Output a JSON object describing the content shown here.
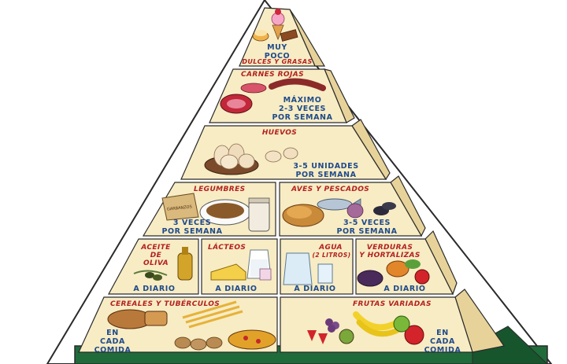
{
  "colors": {
    "tier_fill": "#f7ecc4",
    "tier_side": "#e7d39a",
    "outline": "#2a2a2a",
    "label_red": "#b32020",
    "note_blue": "#1f4a8a",
    "base_green": "#1f6b3a"
  },
  "tiers": {
    "sweets": {
      "note_lines": [
        "MUY",
        "POCO"
      ],
      "label": "DULCES Y GRASAS",
      "icons": [
        "ice-cream-icon",
        "cake-icon",
        "chocolate-icon"
      ]
    },
    "red_meat": {
      "label": "CARNES ROJAS",
      "note_lines": [
        "MÁXIMO",
        "2-3 VECES",
        "POR SEMANA"
      ],
      "icons": [
        "steak-icon",
        "sausage-icon",
        "ham-icon"
      ]
    },
    "eggs": {
      "label": "HUEVOS",
      "note_lines": [
        "3-5 UNIDADES",
        "POR SEMANA"
      ],
      "icons": [
        "eggs-bowl-icon",
        "egg-icon"
      ]
    },
    "legumes": {
      "label": "LEGUMBRES",
      "note_lines": [
        "3 VECES",
        "POR SEMANA"
      ],
      "sack_text": "GARBANZOS",
      "icons": [
        "sack-icon",
        "lentil-bowl-icon",
        "bean-jar-icon"
      ]
    },
    "poultry_fish": {
      "label": "AVES Y PESCADOS",
      "note_lines": [
        "3-5 VECES",
        "POR SEMANA"
      ],
      "icons": [
        "roast-chicken-icon",
        "fish-icon",
        "octopus-icon",
        "mussel-icon"
      ]
    },
    "olive_oil": {
      "label_lines": [
        "ACEITE",
        "DE",
        "OLIVA"
      ],
      "note_lines": [
        "A DIARIO"
      ],
      "icons": [
        "oil-bottle-icon",
        "olives-icon"
      ]
    },
    "dairy": {
      "label": "LÁCTEOS",
      "note_lines": [
        "A DIARIO"
      ],
      "icons": [
        "milk-jug-icon",
        "cheese-icon",
        "yogurt-icon"
      ]
    },
    "water": {
      "label": "AGUA",
      "sublabel": "(2 LITROS)",
      "note_lines": [
        "A DIARIO"
      ],
      "icons": [
        "water-jug-icon",
        "water-glass-icon"
      ]
    },
    "vegetables": {
      "label_lines": [
        "VERDURAS",
        "Y HORTALIZAS"
      ],
      "note_lines": [
        "A DIARIO"
      ],
      "icons": [
        "eggplant-icon",
        "pumpkin-icon",
        "tomato-icon",
        "lettuce-icon"
      ]
    },
    "cereals": {
      "label": "CEREALES Y TUBÉRCULOS",
      "note_lines": [
        "EN",
        "CADA",
        "COMIDA"
      ],
      "icons": [
        "bread-icon",
        "pasta-icon",
        "potato-icon",
        "paella-icon"
      ]
    },
    "fruits": {
      "label": "FRUTAS VARIADAS",
      "note_lines": [
        "EN",
        "CADA",
        "COMIDA"
      ],
      "icons": [
        "banana-icon",
        "apple-icon",
        "strawberry-icon",
        "kiwi-icon",
        "grapes-icon"
      ]
    }
  }
}
